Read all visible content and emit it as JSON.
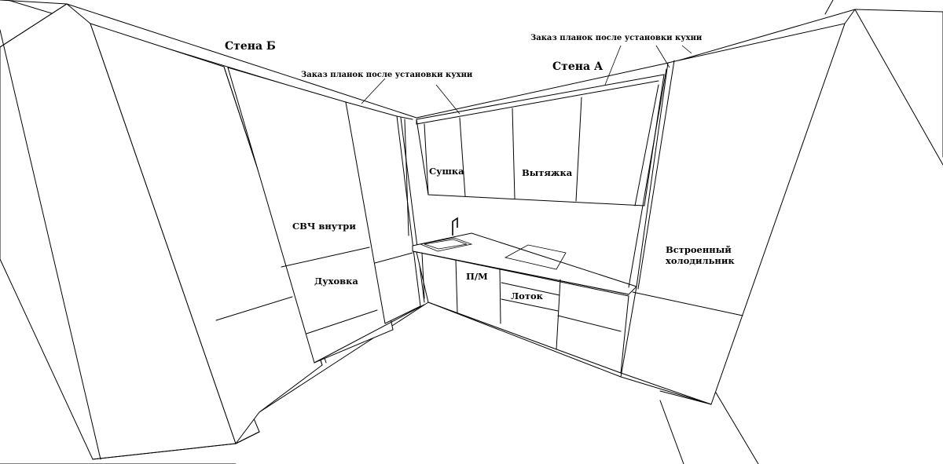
{
  "walls": {
    "wall_b": "Стена Б",
    "wall_a": "Стена А"
  },
  "notes": {
    "trim_order_left": "Заказ планок после установки кухни",
    "trim_order_right": "Заказ планок после установки кухни"
  },
  "modules": {
    "dryer": "Сушка",
    "hood": "Вытяжка",
    "microwave": "СВЧ внутри",
    "oven": "Духовка",
    "dishwasher": "П/М",
    "tray": "Лоток",
    "fridge_line1": "Встроенный",
    "fridge_line2": "холодильник"
  }
}
